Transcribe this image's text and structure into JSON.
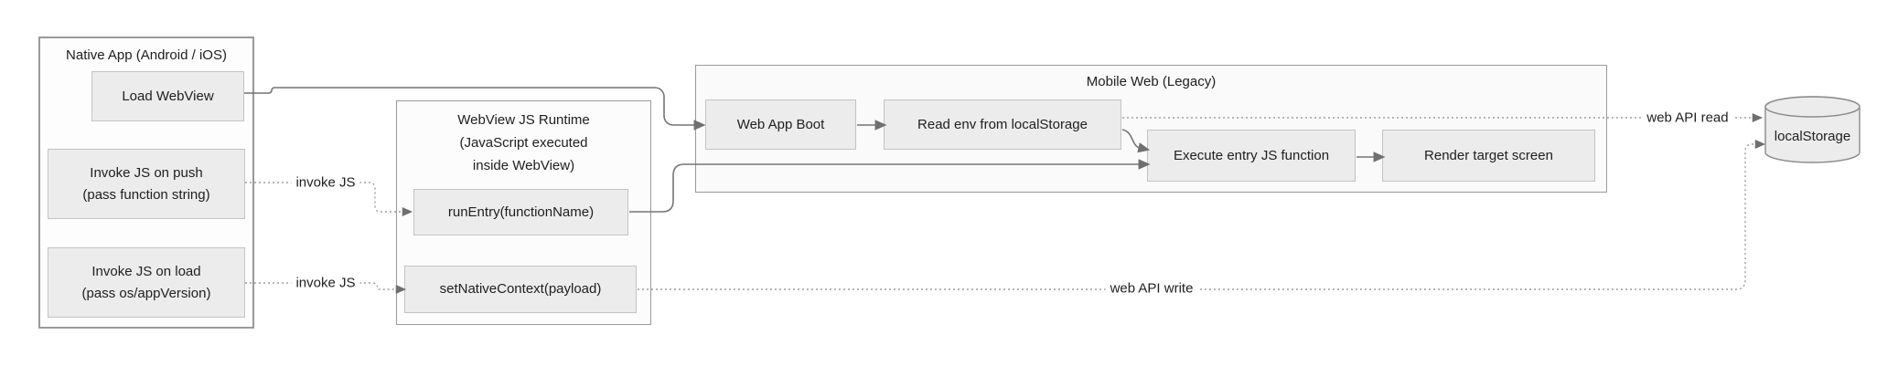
{
  "diagram": {
    "native_app": {
      "title": "Native App (Android / iOS)",
      "load_webview": "Load WebView",
      "invoke_push_line1": "Invoke JS on push",
      "invoke_push_line2": "(pass function string)",
      "invoke_load_line1": "Invoke JS on load",
      "invoke_load_line2": "(pass os/appVersion)"
    },
    "webview_runtime": {
      "title_line1": "WebView JS Runtime",
      "title_line2": "(JavaScript executed",
      "title_line3": "inside WebView)",
      "run_entry": "runEntry(functionName)",
      "set_native_context": "setNativeContext(payload)"
    },
    "mobile_web": {
      "title": "Mobile Web (Legacy)",
      "web_app_boot": "Web App Boot",
      "read_env": "Read env from localStorage",
      "execute_entry": "Execute entry JS function",
      "render_target": "Render target screen"
    },
    "storage": {
      "label": "localStorage"
    },
    "edge_labels": {
      "invoke_js_push": "invoke JS",
      "invoke_js_load": "invoke JS",
      "web_api_read": "web API read",
      "web_api_write": "web API write"
    },
    "colors": {
      "background": "#ffffff",
      "container_border": "#9a9a9a",
      "container_fill": "#fafafa",
      "box_fill": "#ececec",
      "box_border": "#c3c3c3",
      "solid_arrow": "#757575",
      "dotted_line": "#9e9e9e",
      "cylinder_fill": "#ececec",
      "cylinder_stroke": "#8a8a8a",
      "text": "#202020"
    }
  }
}
